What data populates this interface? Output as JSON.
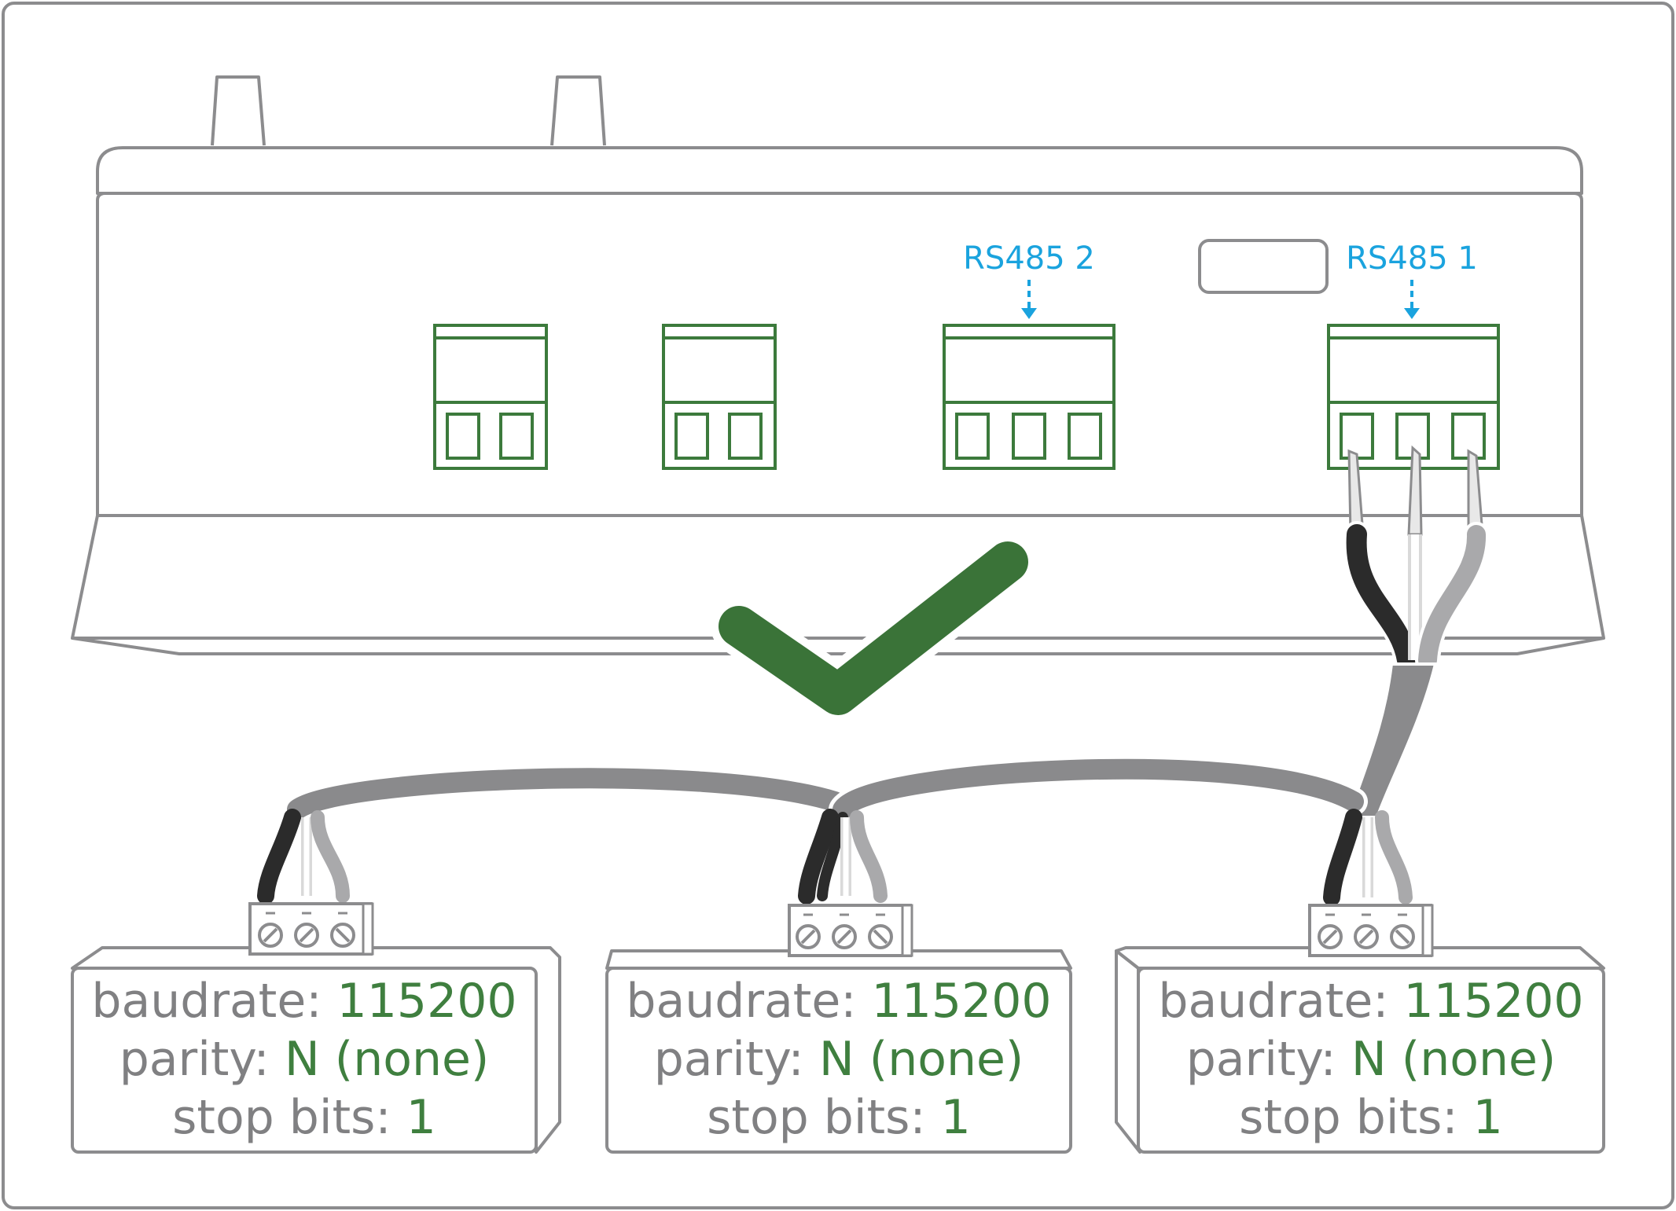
{
  "ports": {
    "rs485_2": "RS485 2",
    "rs485_1": "RS485 1"
  },
  "devices": [
    {
      "baudrate_label": "baudrate:",
      "baudrate_value": "115200",
      "parity_label": "parity:",
      "parity_value": "N (none)",
      "stopbits_label": "stop bits:",
      "stopbits_value": "1"
    },
    {
      "baudrate_label": "baudrate:",
      "baudrate_value": "115200",
      "parity_label": "parity:",
      "parity_value": "N (none)",
      "stopbits_label": "stop bits:",
      "stopbits_value": "1"
    },
    {
      "baudrate_label": "baudrate:",
      "baudrate_value": "115200",
      "parity_label": "parity:",
      "parity_value": "N (none)",
      "stopbits_label": "stop bits:",
      "stopbits_value": "1"
    }
  ],
  "colors": {
    "outline": "#8c8c8e",
    "terminal_green": "#3c7a3c",
    "label_green": "#3f7f3f",
    "port_blue": "#1aa3de",
    "text_gray": "#808082",
    "check_green": "#3a7338",
    "cable_gray": "#8a8a8c",
    "wire_black": "#2b2b2b",
    "wire_light": "#a9a9ab"
  },
  "icons": [
    "checkmark-icon",
    "terminal-screw-icon",
    "arrow-down-icon"
  ]
}
